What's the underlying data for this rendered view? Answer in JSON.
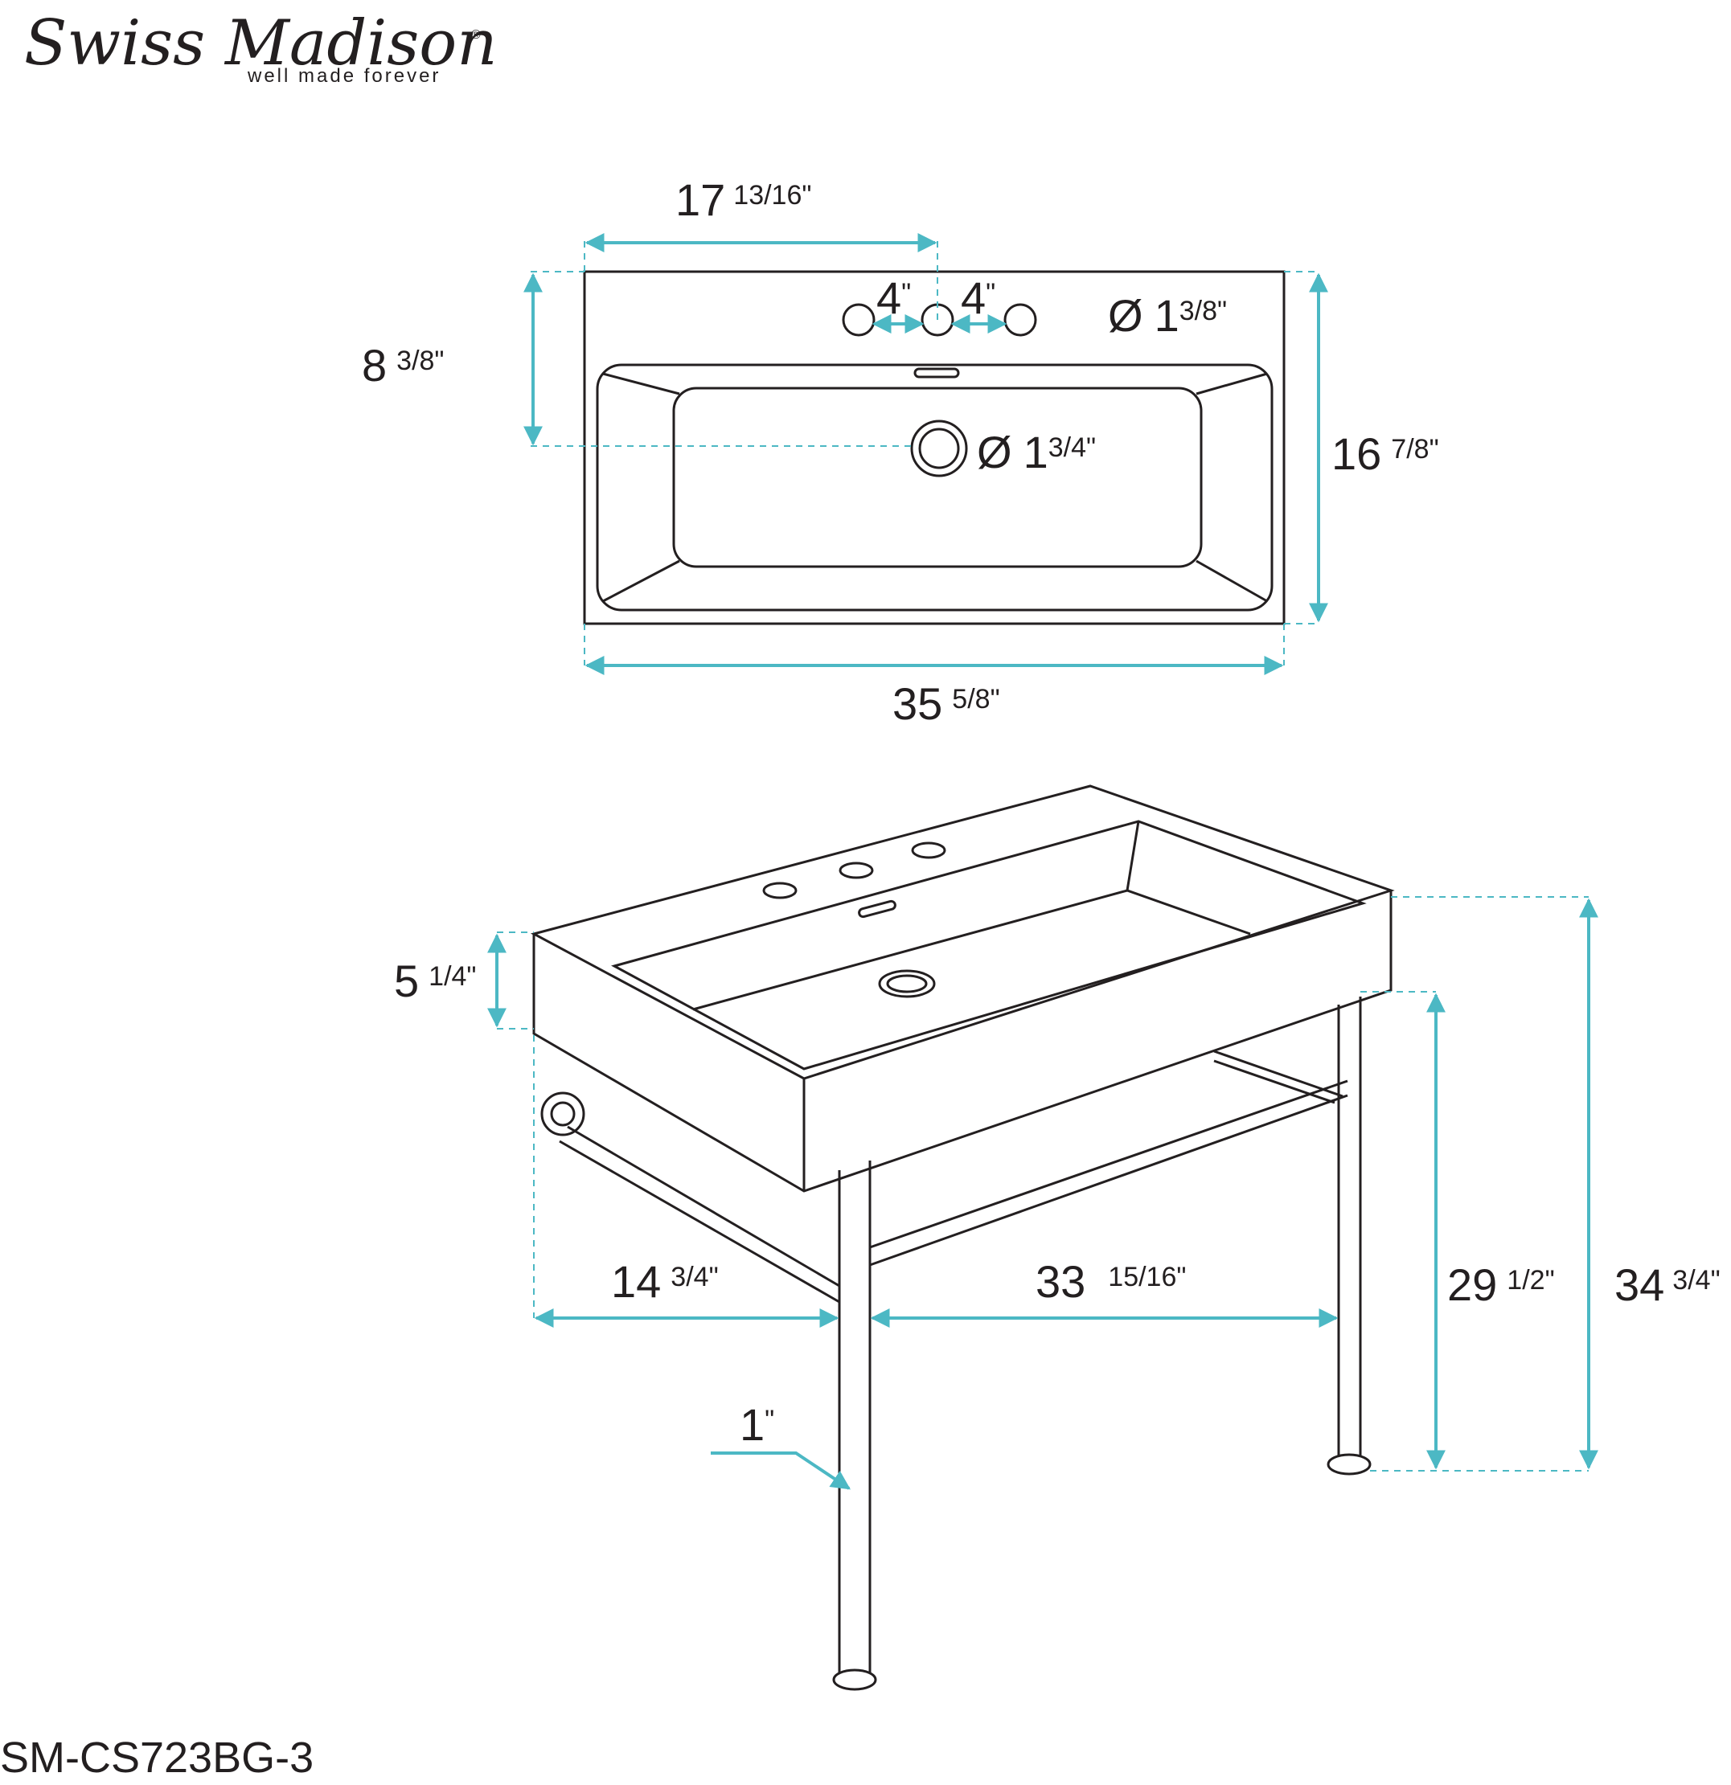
{
  "brand": {
    "name": "Swiss Madison",
    "tagline": "well made forever",
    "registered_mark": "®"
  },
  "model_number": "SM-CS723BG-3",
  "dimensions": {
    "top_view": {
      "faucet_center_offset": {
        "whole": "17",
        "frac": "13/16",
        "unit": "\""
      },
      "hole_spacing_left": {
        "whole": "4",
        "frac": "",
        "unit": "\""
      },
      "hole_spacing_right": {
        "whole": "4",
        "frac": "",
        "unit": "\""
      },
      "faucet_hole_diameter": {
        "prefix": "Ø",
        "whole": "1",
        "frac": "3/8",
        "unit": "\""
      },
      "front_to_drain": {
        "whole": "8",
        "frac": "3/8",
        "unit": "\""
      },
      "drain_diameter": {
        "prefix": "Ø",
        "whole": "1",
        "frac": "3/4",
        "unit": "\""
      },
      "depth": {
        "whole": "16",
        "frac": "7/8",
        "unit": "\""
      },
      "width": {
        "whole": "35",
        "frac": "5/8",
        "unit": "\""
      }
    },
    "perspective_view": {
      "basin_height": {
        "whole": "5",
        "frac": "1/4",
        "unit": "\""
      },
      "leg_depth": {
        "whole": "14",
        "frac": "3/4",
        "unit": "\""
      },
      "leg_spacing": {
        "whole": "33",
        "frac": "15/16",
        "unit": "\""
      },
      "leg_diameter": {
        "whole": "1",
        "frac": "",
        "unit": "\""
      },
      "under_clearance": {
        "whole": "29",
        "frac": "1/2",
        "unit": "\""
      },
      "total_height": {
        "whole": "34",
        "frac": "3/4",
        "unit": "\""
      }
    }
  },
  "colors": {
    "dimension_line": "#4cb8c4",
    "drawing_line": "#231f20"
  }
}
